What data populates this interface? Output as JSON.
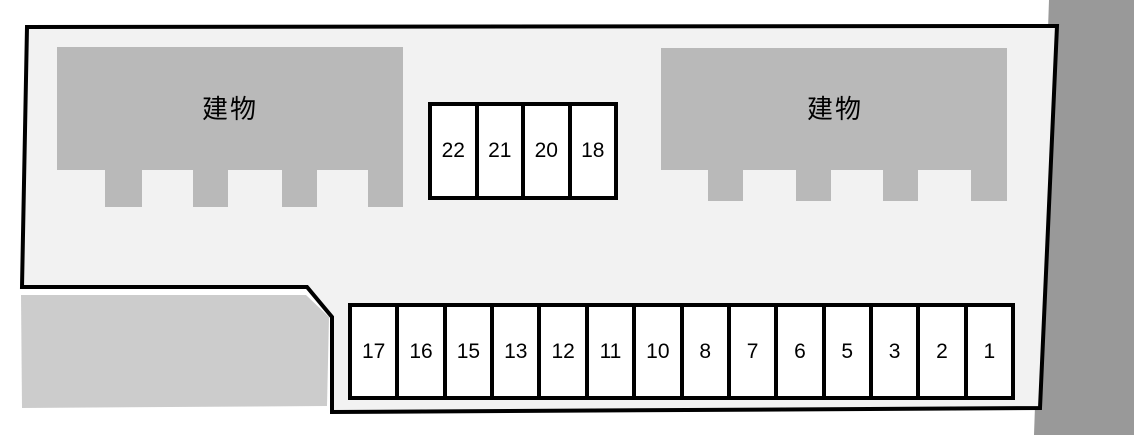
{
  "map": {
    "buildings": [
      {
        "label": "建物"
      },
      {
        "label": "建物"
      }
    ],
    "parking": {
      "middle_block": {
        "spaces": [
          "22",
          "21",
          "20",
          "18"
        ]
      },
      "bottom_row": {
        "spaces": [
          "17",
          "16",
          "15",
          "13",
          "12",
          "11",
          "10",
          "8",
          "7",
          "6",
          "5",
          "3",
          "2",
          "1"
        ]
      }
    },
    "colors": {
      "background": "#ffffff",
      "site_fill": "#f2f2f2",
      "site_border": "#000000",
      "building_fill": "#b9b9b9",
      "front_road_fill": "#cccccc",
      "side_road_fill": "#999999",
      "space_fill": "#ffffff",
      "space_border": "#000000",
      "number_text": "#000000"
    }
  }
}
